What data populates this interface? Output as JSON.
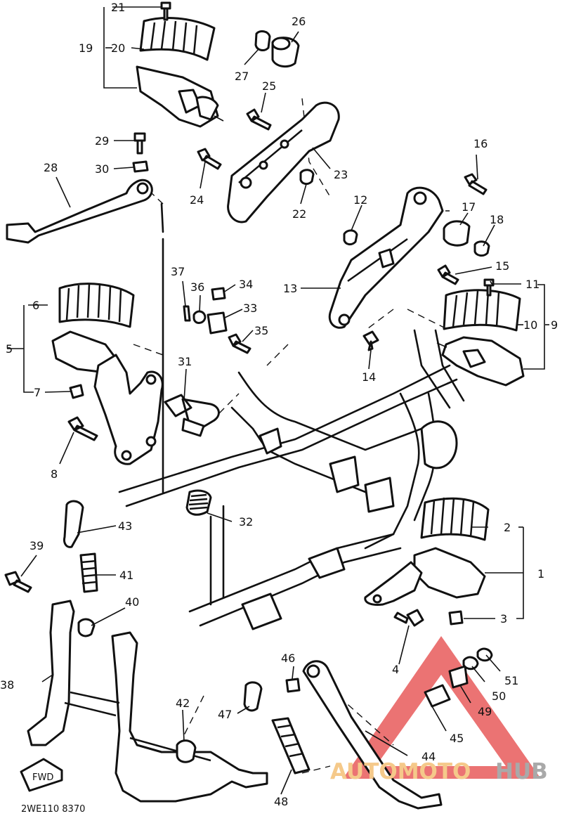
{
  "diagram_code": "2WE110 8370",
  "fwd_label": "FWD",
  "watermark": {
    "part1": "AUTOMOTO",
    "part2": "HUB",
    "color_auto": "#f5c98a",
    "color_hub": "#a9a9a9",
    "triangle_color": "#e85a5a"
  },
  "callouts": {
    "c1": "1",
    "c2": "2",
    "c3": "3",
    "c4": "4",
    "c5": "5",
    "c6": "6",
    "c7": "7",
    "c8": "8",
    "c9": "9",
    "c10": "10",
    "c11": "11",
    "c12": "12",
    "c13": "13",
    "c14": "14",
    "c15": "15",
    "c16": "16",
    "c17": "17",
    "c18": "18",
    "c19": "19",
    "c20": "20",
    "c21": "21",
    "c22": "22",
    "c23": "23",
    "c24": "24",
    "c25": "25",
    "c26": "26",
    "c27": "27",
    "c28": "28",
    "c29": "29",
    "c30": "30",
    "c31": "31",
    "c32": "32",
    "c33": "33",
    "c34": "34",
    "c35": "35",
    "c36": "36",
    "c37": "37",
    "c38": "38",
    "c39": "39",
    "c40": "40",
    "c41": "41",
    "c42": "42",
    "c43": "43",
    "c44": "44",
    "c45": "45",
    "c46": "46",
    "c47": "47",
    "c48": "48",
    "c49": "49",
    "c50": "50",
    "c51": "51"
  }
}
